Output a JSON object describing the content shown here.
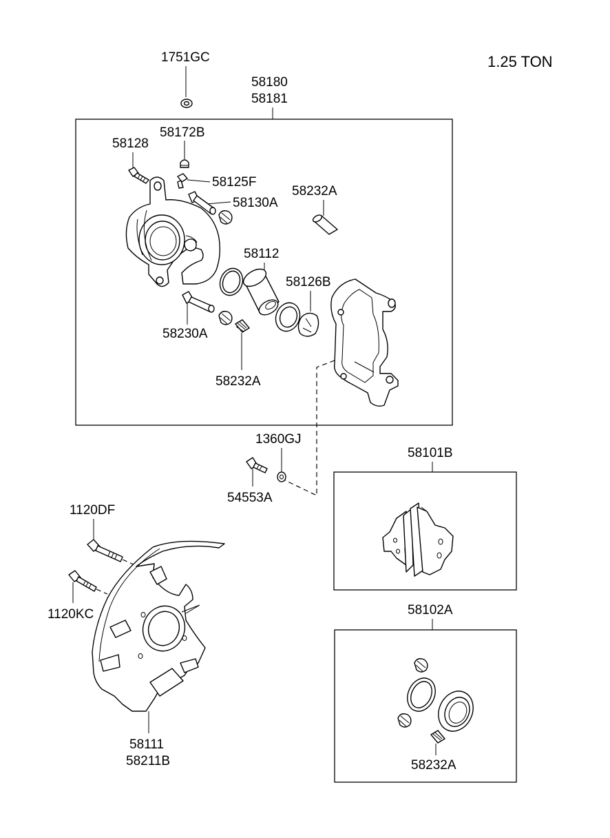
{
  "heading": "1.25 TON",
  "callouts": {
    "p1751GC": "1751GC",
    "p58180": "58180",
    "p58181": "58181",
    "p58172B": "58172B",
    "p58128": "58128",
    "p58125F": "58125F",
    "p58130A": "58130A",
    "p58232A_top": "58232A",
    "p58112": "58112",
    "p58126B": "58126B",
    "p58230A": "58230A",
    "p58232A_mid": "58232A",
    "p1360GJ": "1360GJ",
    "p54553A": "54553A",
    "p58101B": "58101B",
    "p1120DF": "1120DF",
    "p1120KC": "1120KC",
    "p58102A": "58102A",
    "p58111": "58111",
    "p58211B": "58211B",
    "p58232A_kit": "58232A"
  }
}
